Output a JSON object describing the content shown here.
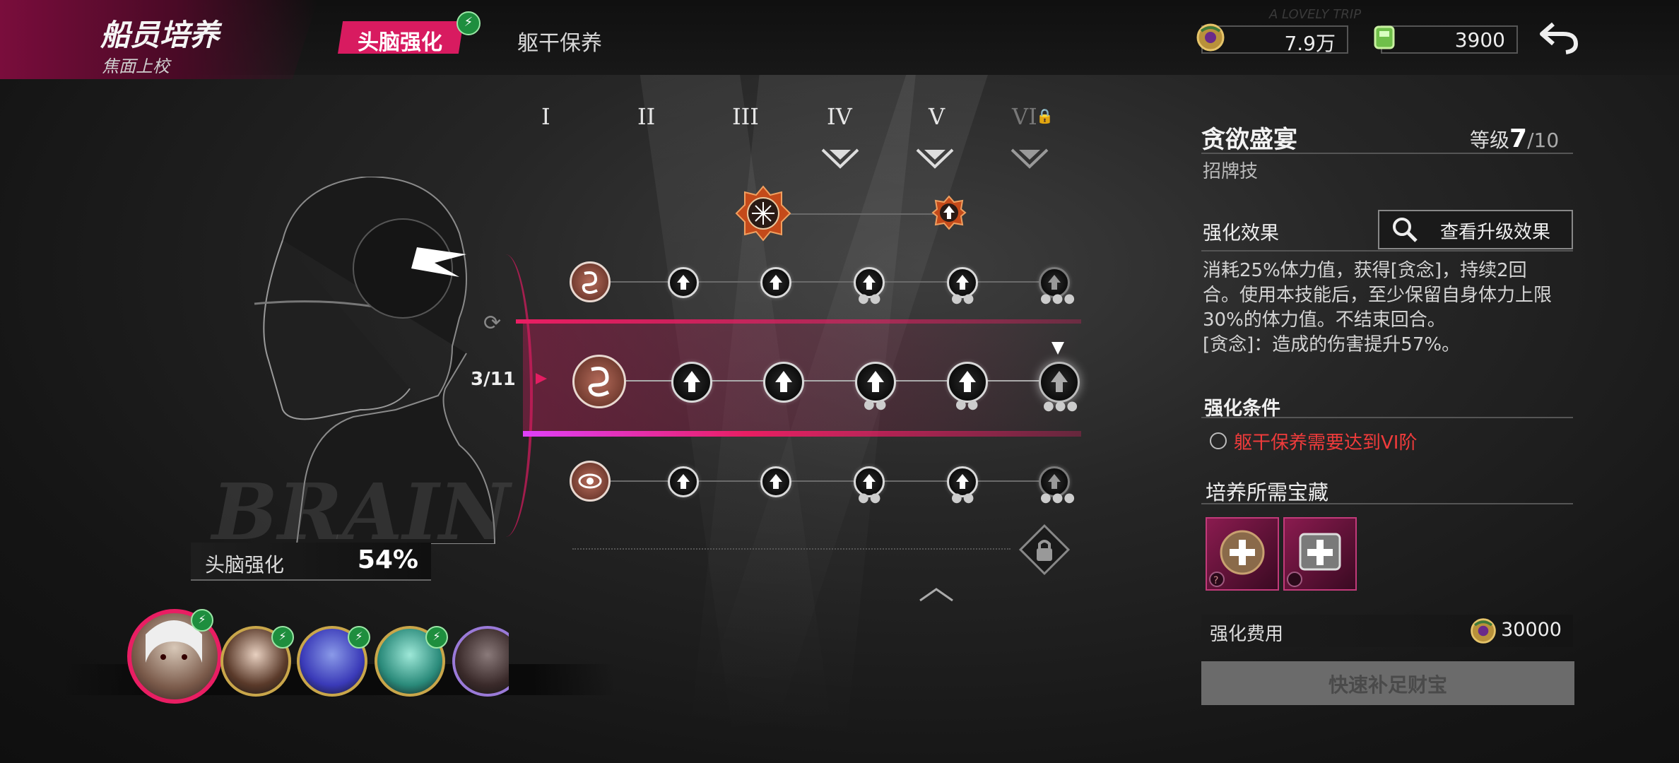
{
  "header": {
    "title": "船员培养",
    "subtitle": "焦面上校",
    "tabs": [
      {
        "label": "头脑强化",
        "active": true
      },
      {
        "label": "躯干保养",
        "active": false
      }
    ],
    "resources": [
      {
        "icon": "gold-treasure-icon",
        "value": "7.9万"
      },
      {
        "icon": "green-gem-icon",
        "value": "3900"
      }
    ],
    "back_icon": "back-arrow-icon",
    "watermark": "A LOVELY TRIP"
  },
  "tiers": [
    "I",
    "II",
    "III",
    "IV",
    "V",
    "VI"
  ],
  "tier_locked": "VI",
  "brain": {
    "watermark": "BRAIN",
    "progress_label": "头脑强化",
    "progress_value": "54%",
    "progress_fraction": 0.54,
    "branch_count": "3/11"
  },
  "crew": [
    {
      "name": "crew-1",
      "selected": true
    },
    {
      "name": "crew-2",
      "selected": false
    },
    {
      "name": "crew-3",
      "selected": false
    },
    {
      "name": "crew-4",
      "selected": false
    },
    {
      "name": "crew-5",
      "selected": false
    }
  ],
  "skill": {
    "name": "贪欲盛宴",
    "type": "招牌技",
    "level_label": "等级",
    "level": "7",
    "level_max": "/10",
    "effect_title": "强化效果",
    "view_upgrade_label": "查看升级效果",
    "description": [
      "消耗25%体力值，获得[贪念]，持续2回",
      "合。使用本技能后，至少保留自身体力上限",
      "30%的体力值。不结束回合。",
      "[贪念]：造成的伤害提升57%。"
    ],
    "condition_title": "强化条件",
    "condition": "躯干保养需要达到VI阶",
    "treasure_title": "培养所需宝藏",
    "cost_label": "强化费用",
    "cost_value": "30000",
    "fill_button": "快速补足财宝"
  },
  "colors": {
    "accent": "#d81b60",
    "condition_red": "#ef3b3b",
    "badge_green": "#1e8e3e"
  }
}
